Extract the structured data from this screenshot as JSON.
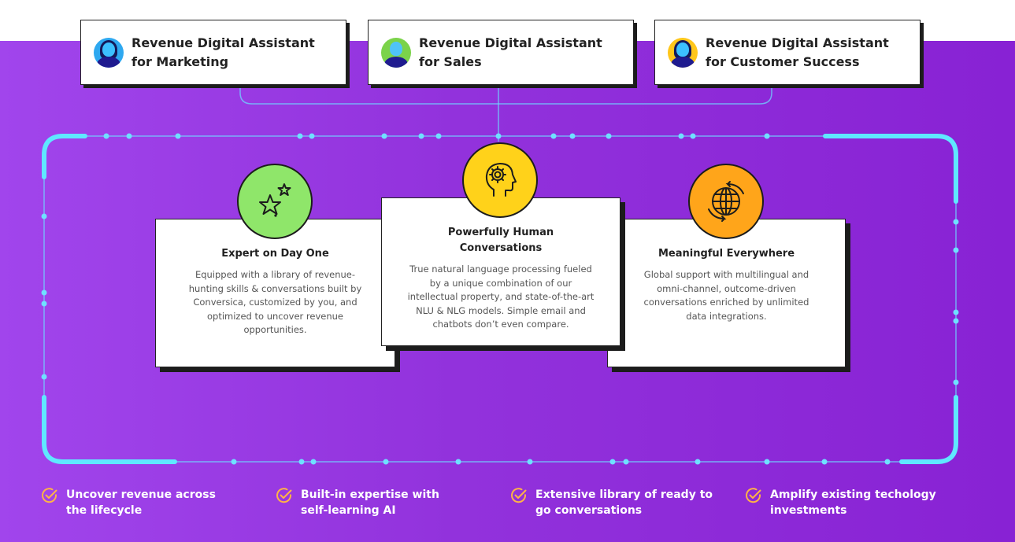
{
  "assistants": [
    {
      "title": "Revenue Digital Assistant for Marketing",
      "avatar_icon": "person-avatar-icon",
      "avatar_color": "#2ea8f0",
      "hair": true
    },
    {
      "title": "Revenue Digital Assistant for Sales",
      "avatar_icon": "person-avatar-icon",
      "avatar_color": "#7bd34a",
      "hair": false
    },
    {
      "title": "Revenue Digital Assistant for Customer Success",
      "avatar_icon": "person-avatar-icon",
      "avatar_color": "#ffc61a",
      "hair": true
    }
  ],
  "features": [
    {
      "title": "Expert on Day One",
      "description": "Equipped with a library of revenue-hunting skills & conversations built by Conversica, customized by you, and optimized to uncover revenue opportunities.",
      "icon": "stars-icon",
      "icon_color": "#8fe66a"
    },
    {
      "title": "Powerfully Human Conversations",
      "description": "True natural language processing fueled by a unique combination of our intellectual property, and state-of-the-art NLU & NLG models. Simple email and chatbots don’t even compare.",
      "icon": "brain-head-icon",
      "icon_color": "#ffd21a"
    },
    {
      "title": "Meaningful Everywhere",
      "description": "Global support with multilingual and omni-channel, outcome-driven conversations enriched by unlimited data integrations.",
      "icon": "globe-icon",
      "icon_color": "#ffa51a"
    }
  ],
  "benefits": [
    {
      "text": "Uncover revenue across the lifecycle"
    },
    {
      "text": "Built-in expertise with self-learning AI"
    },
    {
      "text": "Extensive library of ready to go conversations"
    },
    {
      "text": "Amplify existing techology investments"
    }
  ],
  "colors": {
    "background": "#9232dc",
    "accent_line": "#5fe0ff",
    "check": "#ffb347"
  }
}
